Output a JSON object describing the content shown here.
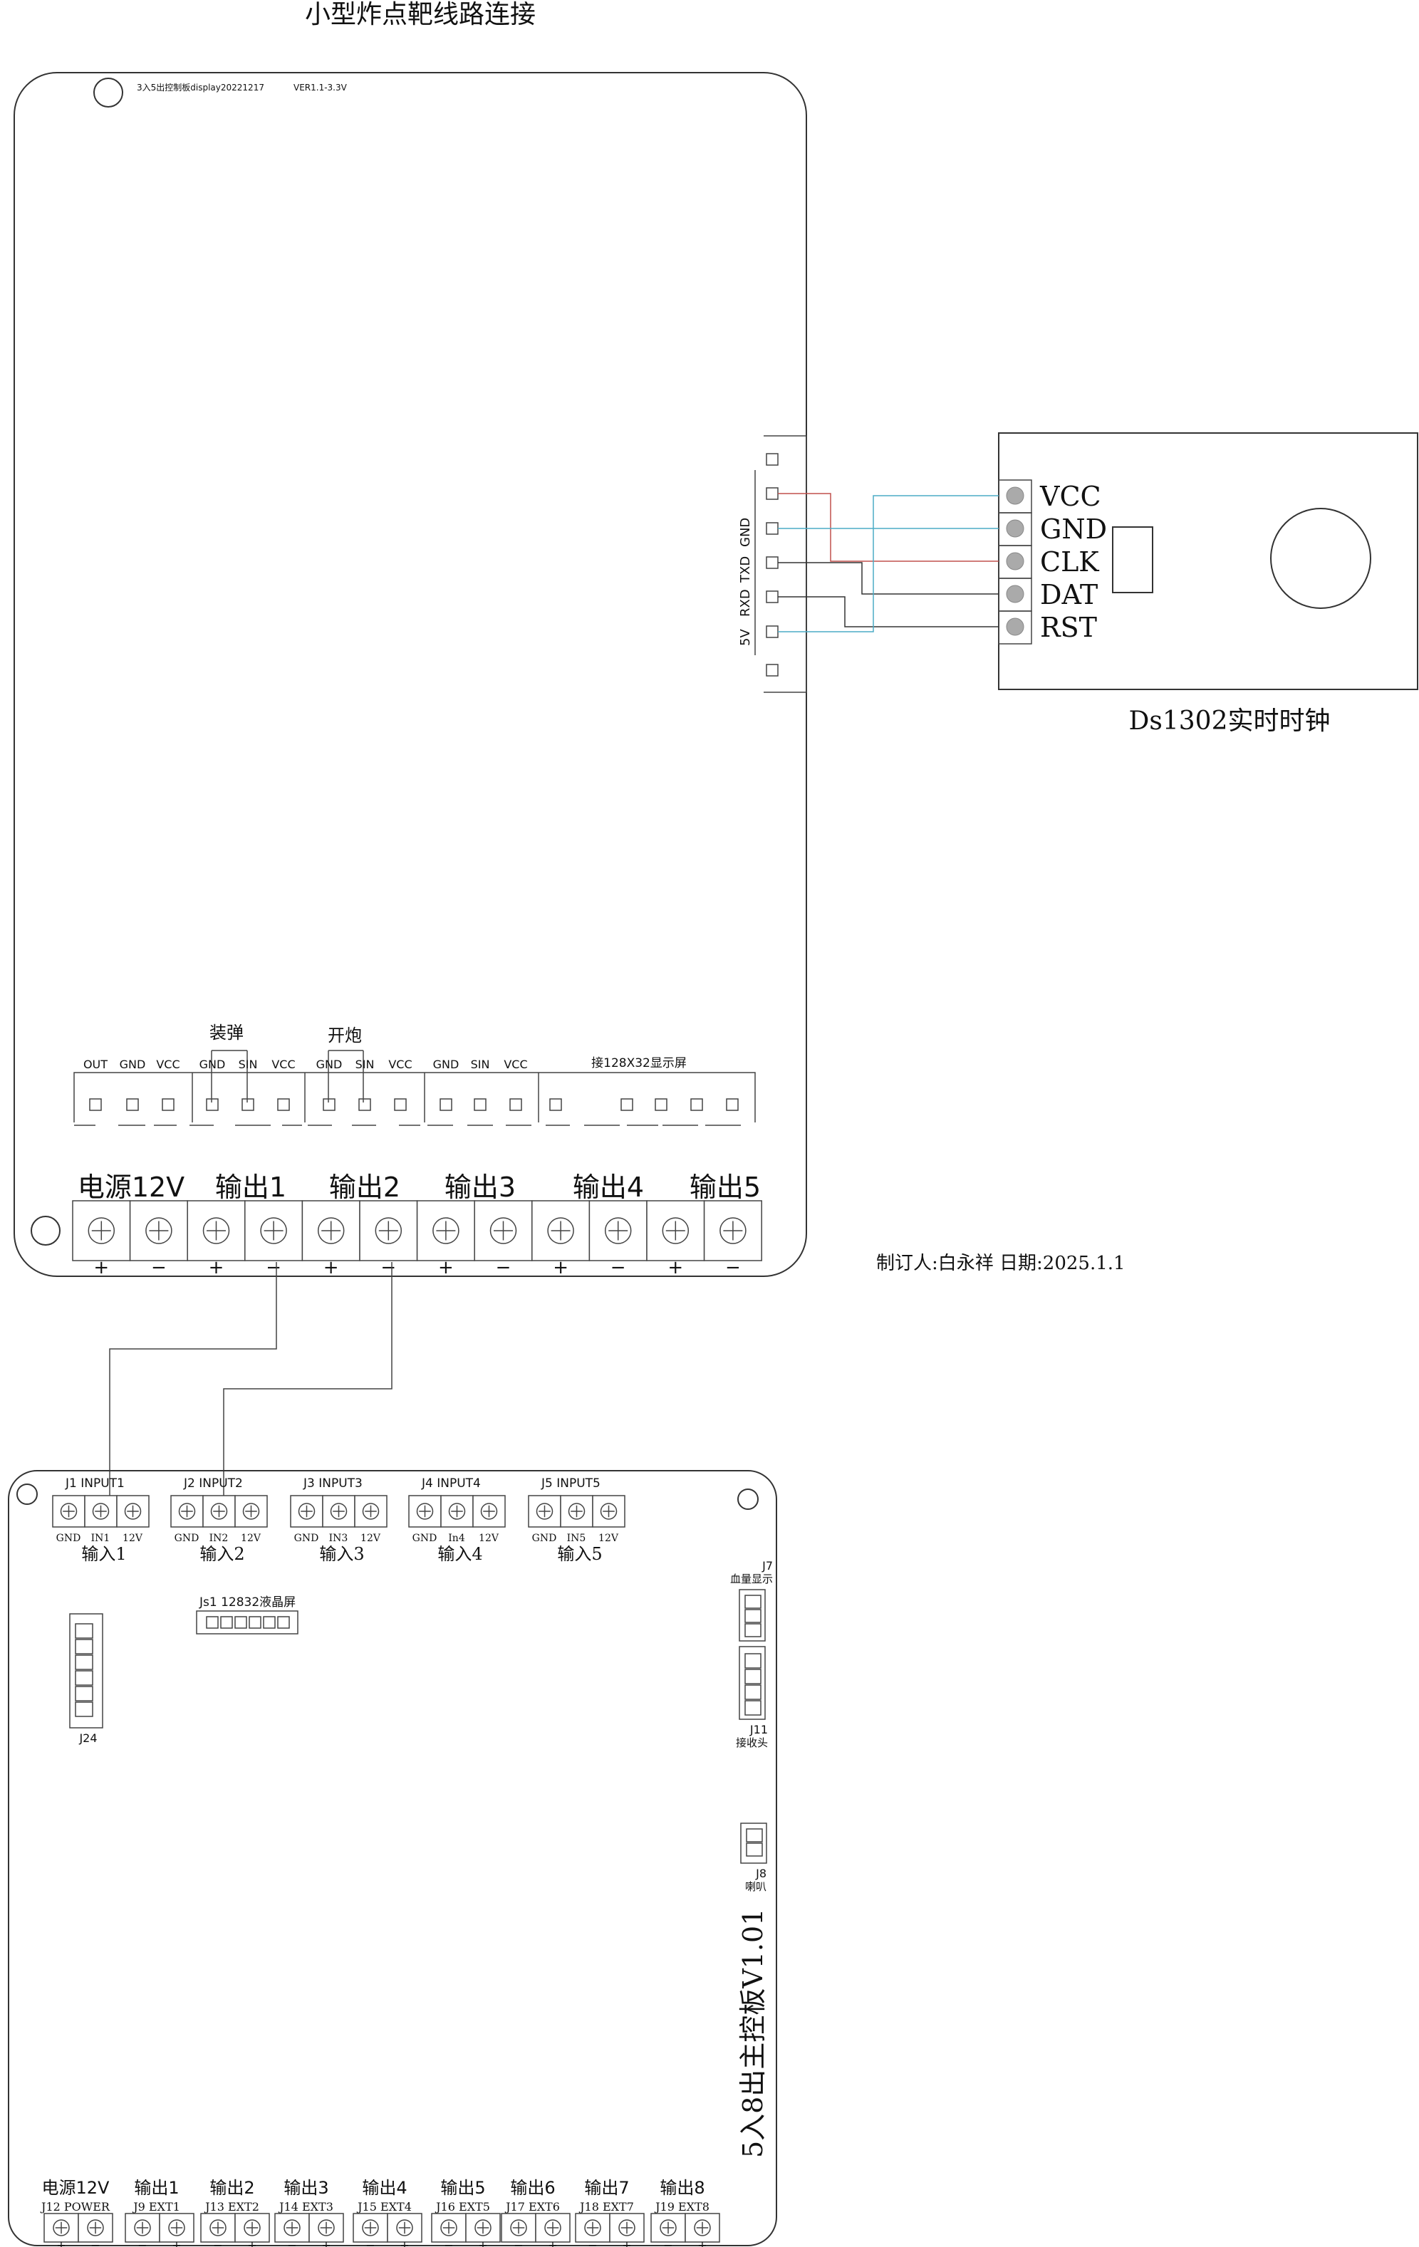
{
  "title": "小型炸点靶线路连接",
  "top_board": {
    "version_label": "3入5出控制板display20221217",
    "version_rev": "VER1.1-3.3V",
    "header_labels": [
      "OUT",
      "GND",
      "VCC",
      "GND",
      "SIN",
      "VCC",
      "GND",
      "SIN",
      "VCC",
      "GND",
      "SIN",
      "VCC"
    ],
    "group_zhuangdan": "装弹",
    "group_kaipao": "开炮",
    "display_label": "接128X32显示屏",
    "uart_labels": [
      "5V",
      "RXD",
      "TXD",
      "GND"
    ],
    "terminal_titles": [
      "电源12V",
      "输出1",
      "输出2",
      "输出3",
      "输出4",
      "输出5"
    ],
    "polarity": [
      "+",
      "−",
      "+",
      "−",
      "+",
      "−",
      "+",
      "−",
      "+",
      "−",
      "+",
      "−"
    ]
  },
  "ds1302": {
    "pins": [
      "VCC",
      "GND",
      "CLK",
      "DAT",
      "RST"
    ],
    "caption": "Ds1302实时时钟"
  },
  "author_note": "制订人:白永祥 日期:2025.1.1",
  "bottom_board": {
    "inputs": [
      {
        "id": "J1 INPUT1",
        "pins": [
          "GND",
          "IN1",
          "12V"
        ],
        "name": "输入1"
      },
      {
        "id": "J2 INPUT2",
        "pins": [
          "GND",
          "IN2",
          "12V"
        ],
        "name": "输入2"
      },
      {
        "id": "J3 INPUT3",
        "pins": [
          "GND",
          "IN3",
          "12V"
        ],
        "name": "输入3"
      },
      {
        "id": "J4 INPUT4",
        "pins": [
          "GND",
          "In4",
          "12V"
        ],
        "name": "输入4"
      },
      {
        "id": "J5 INPUT5",
        "pins": [
          "GND",
          "IN5",
          "12V"
        ],
        "name": "输入5"
      }
    ],
    "lcd_label": "Js1 12832液晶屏",
    "j24": "J24",
    "j7": "J7",
    "j7_sub": "血量显示",
    "j11": "J11",
    "j11_sub": "接收头",
    "j8": "J8",
    "j8_sub": "喇叭",
    "board_title": "5入8出主控板V1.01",
    "outputs": [
      {
        "name": "电源12V",
        "id": "J12 POWER"
      },
      {
        "name": "输出1",
        "id": "J9 EXT1"
      },
      {
        "name": "输出2",
        "id": "J13 EXT2"
      },
      {
        "name": "输出3",
        "id": "J14 EXT3"
      },
      {
        "name": "输出4",
        "id": "J15 EXT4"
      },
      {
        "name": "输出5",
        "id": "J16 EXT5"
      },
      {
        "name": "输出6",
        "id": "J17 EXT6"
      },
      {
        "name": "输出7",
        "id": "J18 EXT7"
      },
      {
        "name": "输出8",
        "id": "J19 EXT8"
      }
    ],
    "out_polarity": [
      [
        "+",
        "−"
      ],
      [
        "−",
        "+"
      ],
      [
        "−",
        "+"
      ],
      [
        "−",
        "+"
      ],
      [
        "−",
        "+"
      ],
      [
        "−",
        "+"
      ],
      [
        "−",
        "+"
      ],
      [
        "−",
        "+"
      ],
      [
        "−",
        "+"
      ]
    ]
  },
  "colors": {
    "red_wire": "#c0504d",
    "blue_wire": "#4bacc6",
    "line": "#333333",
    "pin_fill": "#aaaaaa"
  }
}
